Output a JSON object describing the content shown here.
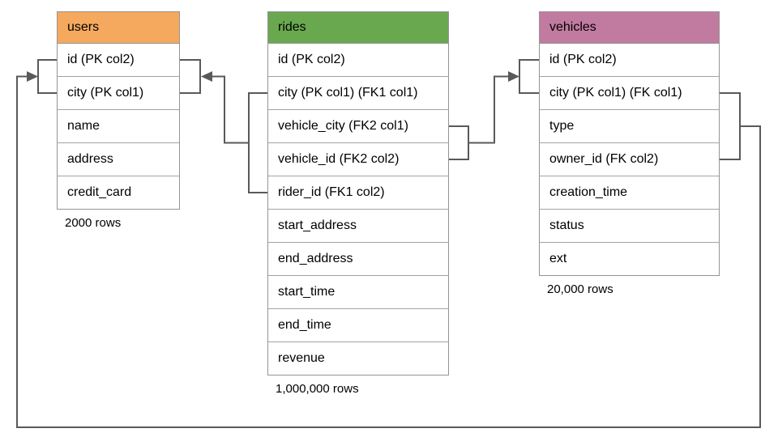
{
  "diagram": {
    "type": "database-schema",
    "tables": [
      {
        "name": "users",
        "header_color": "#f5a95f",
        "row_count_label": "2000 rows",
        "columns": [
          "id (PK col2)",
          "city (PK col1)",
          "name",
          "address",
          "credit_card"
        ]
      },
      {
        "name": "rides",
        "header_color": "#6aa84f",
        "row_count_label": "1,000,000 rows",
        "columns": [
          "id (PK col2)",
          "city (PK col1) (FK1 col1)",
          "vehicle_city (FK2 col1)",
          "vehicle_id (FK2 col2)",
          "rider_id (FK1 col2)",
          "start_address",
          "end_address",
          "start_time",
          "end_time",
          "revenue"
        ]
      },
      {
        "name": "vehicles",
        "header_color": "#c27ba0",
        "row_count_label": "20,000 rows",
        "columns": [
          "id (PK col2)",
          "city (PK col1) (FK col1)",
          "type",
          "owner_id (FK col2)",
          "creation_time",
          "status",
          "ext"
        ]
      }
    ],
    "relationships": [
      {
        "from_table": "rides",
        "from_columns": [
          "city (FK1 col1)",
          "rider_id (FK1 col2)"
        ],
        "to_table": "users",
        "to_columns": [
          "id (PK col2)",
          "city (PK col1)"
        ]
      },
      {
        "from_table": "rides",
        "from_columns": [
          "vehicle_city (FK2 col1)",
          "vehicle_id (FK2 col2)"
        ],
        "to_table": "vehicles",
        "to_columns": [
          "id (PK col2)",
          "city (PK col1)"
        ]
      },
      {
        "from_table": "vehicles",
        "from_columns": [
          "city (FK col1)",
          "owner_id (FK col2)"
        ],
        "to_table": "users",
        "to_columns": [
          "id (PK col2)",
          "city (PK col1)"
        ]
      }
    ],
    "colors": {
      "connector": "#595959",
      "table_border": "#949494",
      "background": "#ffffff"
    }
  }
}
